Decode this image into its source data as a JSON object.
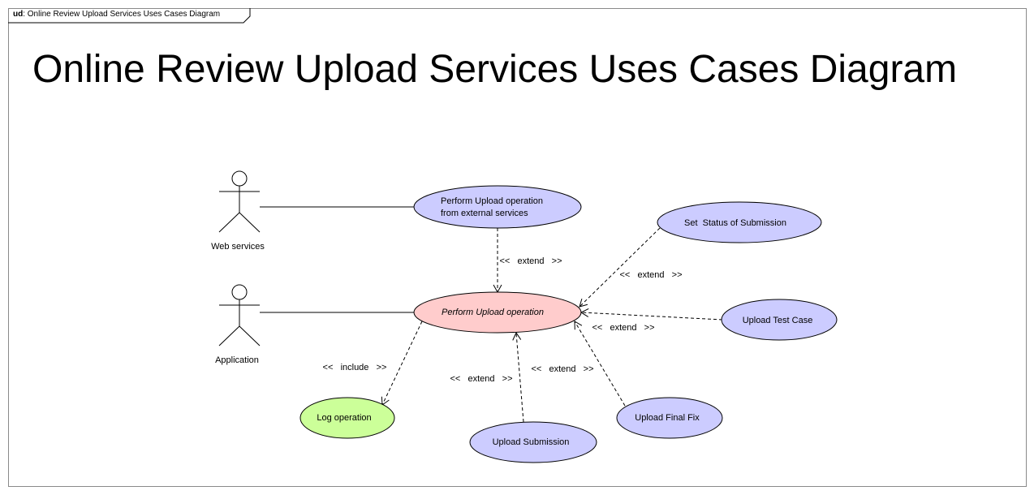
{
  "frame": {
    "kind": "ud",
    "name": "Online Review Upload Services Uses Cases Diagram"
  },
  "title": "Online Review Upload Services Uses Cases Diagram",
  "actors": [
    {
      "id": "web",
      "label": "Web services"
    },
    {
      "id": "app",
      "label": "Application"
    }
  ],
  "use_cases": [
    {
      "id": "external",
      "lines": [
        "Perform Upload operation",
        "from external services"
      ],
      "fill": "#ccccff"
    },
    {
      "id": "main",
      "lines": [
        "Perform Upload operation"
      ],
      "fill": "#ffcccc",
      "italic": true
    },
    {
      "id": "status",
      "lines": [
        "Set  Status of Submission"
      ],
      "fill": "#ccccff"
    },
    {
      "id": "testcase",
      "lines": [
        "Upload Test Case"
      ],
      "fill": "#ccccff"
    },
    {
      "id": "log",
      "lines": [
        "Log operation"
      ],
      "fill": "#ccff99"
    },
    {
      "id": "submission",
      "lines": [
        "Upload Submission"
      ],
      "fill": "#ccccff"
    },
    {
      "id": "finalfix",
      "lines": [
        "Upload Final Fix"
      ],
      "fill": "#ccccff"
    }
  ],
  "relations": [
    {
      "id": "ext-external",
      "label": "<<   extend   >>"
    },
    {
      "id": "ext-status",
      "label": "<<   extend   >>"
    },
    {
      "id": "ext-testcase",
      "label": "<<   extend   >>"
    },
    {
      "id": "inc-log",
      "label": "<<   include   >>"
    },
    {
      "id": "ext-submission",
      "label": "<<   extend   >>"
    },
    {
      "id": "ext-finalfix",
      "label": "<<   extend   >>"
    }
  ],
  "colors": {
    "border": "#000000",
    "frame": "#8a8a8a",
    "use_case_default": "#ccccff",
    "use_case_main": "#ffcccc",
    "use_case_log": "#ccff99"
  }
}
